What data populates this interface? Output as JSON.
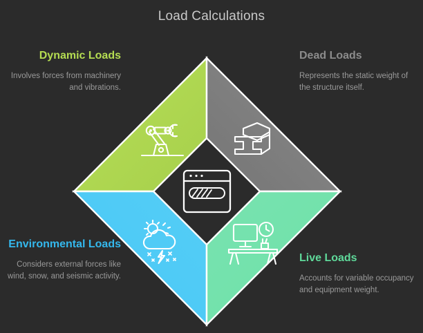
{
  "page": {
    "title": "Load Calculations",
    "background_color": "#2b2b2b"
  },
  "diagram": {
    "type": "four-quadrant-diamond",
    "center_icon": "browser-window-progress-icon",
    "quadrants": [
      {
        "id": "dynamic",
        "position": "top-left",
        "heading": "Dynamic Loads",
        "body": "Involves forces from machinery and vibrations.",
        "color": "#b5dd52",
        "heading_color": "#b5dd52",
        "icon": "robot-arm-icon"
      },
      {
        "id": "dead",
        "position": "top-right",
        "heading": "Dead Loads",
        "body": "Represents the static weight of the structure itself.",
        "color": "#808080",
        "heading_color": "#8c8c8c",
        "icon": "steel-ibeam-icon"
      },
      {
        "id": "environmental",
        "position": "bottom-left",
        "heading": "Environmental Loads",
        "body": "Considers external forces like wind, snow, and seismic activity.",
        "color": "#4ec9f5",
        "heading_color": "#34b8ed",
        "icon": "sun-cloud-snow-lightning-icon"
      },
      {
        "id": "live",
        "position": "bottom-right",
        "heading": "Live Loads",
        "body": "Accounts for variable occupancy and equipment weight.",
        "color": "#6fdfa8",
        "heading_color": "#5fd99a",
        "icon": "desk-monitor-clock-icon"
      }
    ]
  }
}
